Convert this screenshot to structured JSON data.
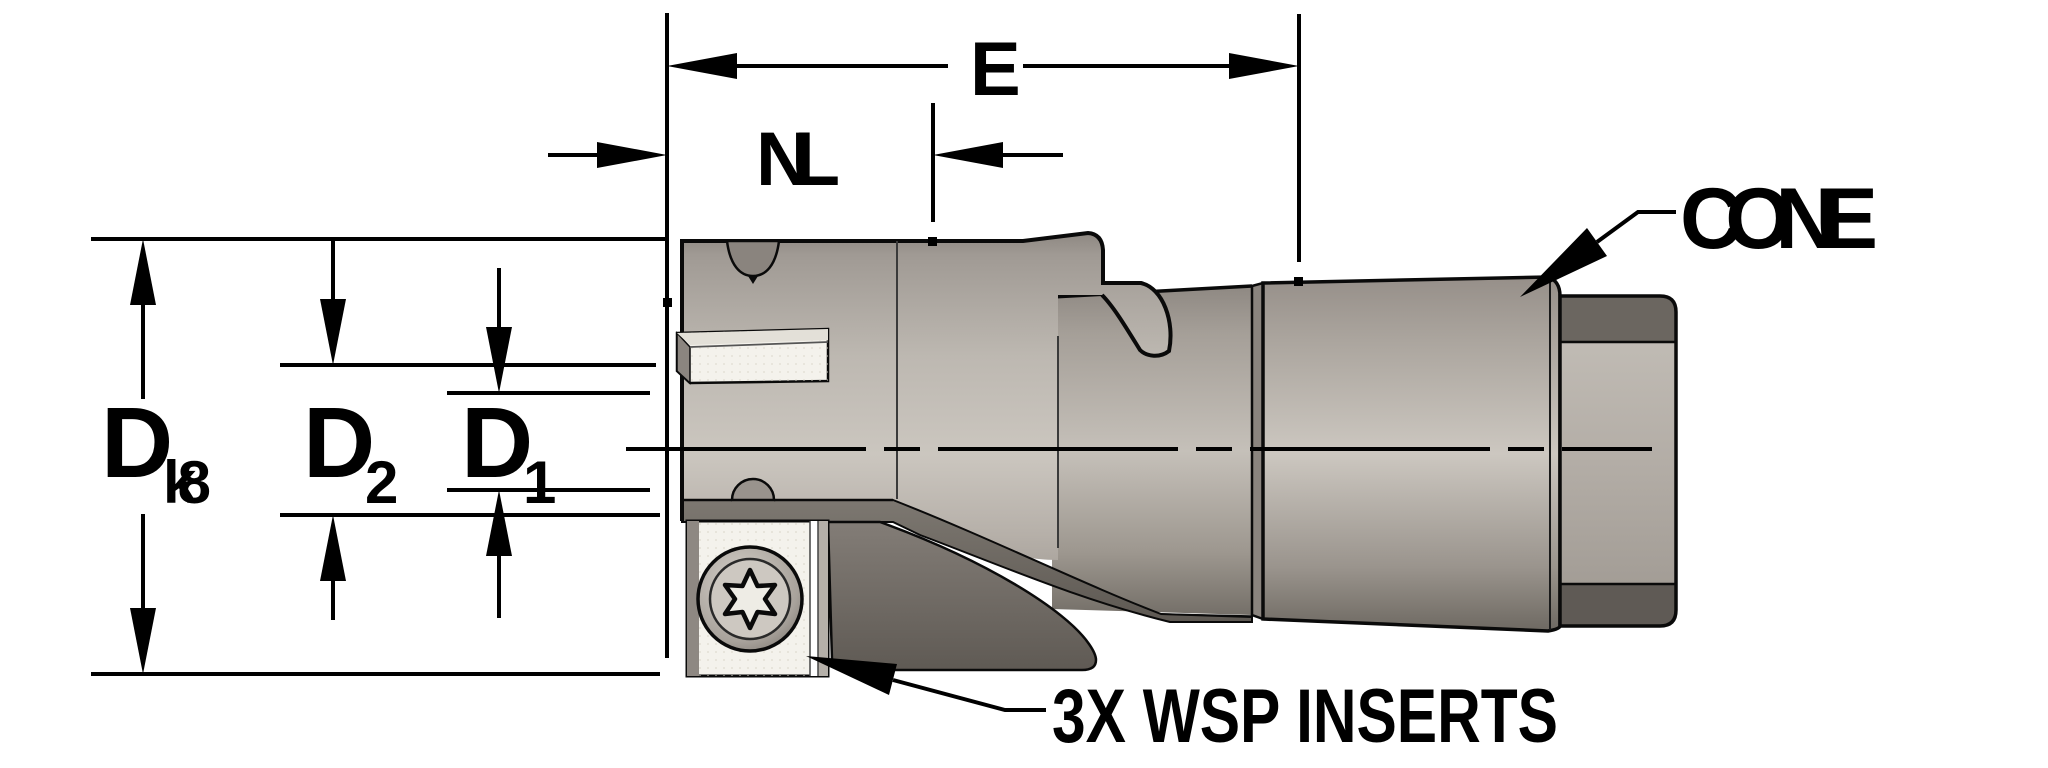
{
  "drawing": {
    "dimension_labels": {
      "e": "E",
      "nl": "NL",
      "dk8": {
        "base": "D",
        "subscript": "k8"
      },
      "d2": {
        "base": "D",
        "subscript": "2"
      },
      "d1": {
        "base": "D",
        "subscript": "1"
      }
    },
    "callouts": {
      "cone": "CONE",
      "inserts": "3X WSP INSERTS"
    },
    "colors": {
      "background": "#ffffff",
      "line": "#000000",
      "body_highlight": "#cbc6bf",
      "body_mid": "#b0aaa4",
      "body_dark": "#6e6962",
      "flange_dark": "#5f5a54",
      "insert_face": "#f4f2ec",
      "cap_face": "#b3ada6",
      "cap_band_top": "#6b6660",
      "cap_band_bottom": "#5f5a55"
    }
  }
}
